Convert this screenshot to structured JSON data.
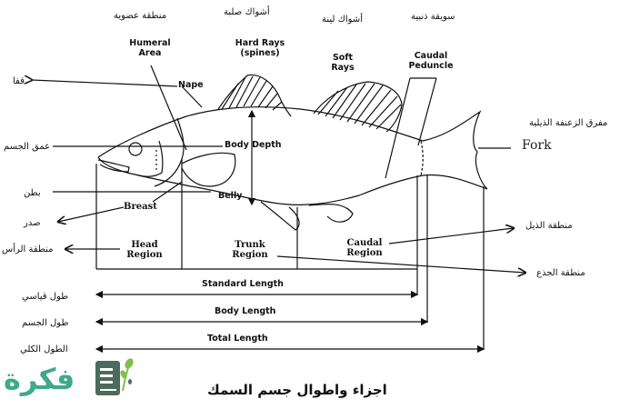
{
  "diagram": {
    "title": "اجزاء واطوال جسم السمك",
    "logo": {
      "text": "فكرة",
      "color": "#3fa98a",
      "icon_color": "#4a6b5e"
    },
    "top_arabic_labels": [
      {
        "id": "humeral_ar",
        "text": "منطقة عضوية"
      },
      {
        "id": "hard_rays_ar",
        "text": "أشواك صلبة"
      },
      {
        "id": "soft_rays_ar",
        "text": "أشواك لينة"
      },
      {
        "id": "peduncle_ar",
        "text": "سويقة ذنبية"
      }
    ],
    "english_labels": {
      "humeral_area": [
        "Humeral",
        "Area"
      ],
      "hard_rays": [
        "Hard Rays",
        "(spines)"
      ],
      "soft_rays": [
        "Soft",
        "Rays"
      ],
      "caudal_peduncle": [
        "Caudal",
        "Peduncle"
      ],
      "nape": "Nape",
      "body_depth": "Body Depth",
      "belly": "Belly",
      "breast": "Breast",
      "head_region": [
        "Head",
        "Region"
      ],
      "trunk_region": [
        "Trunk",
        "Region"
      ],
      "caudal_region": [
        "Caudal",
        "Region"
      ],
      "fork": "Fork",
      "standard_length": "Standard Length",
      "body_length": "Body Length",
      "total_length": "Total Length"
    },
    "left_arabic_labels": {
      "nape_ar": "قفا",
      "body_depth_ar": "عمق الجسم",
      "belly_ar": "بطن",
      "breast_ar": "صدر",
      "head_region_ar": "منطقة الرأس",
      "standard_length_ar": "طول قياسي",
      "body_length_ar": "طول الجسم",
      "total_length_ar": "الطول الكلي"
    },
    "right_arabic_labels": {
      "fork_ar": "مفرق الزعنفة الذيلية",
      "caudal_region_ar": "منطقة الذيل",
      "trunk_region_ar": "منطقة الجذع"
    }
  }
}
